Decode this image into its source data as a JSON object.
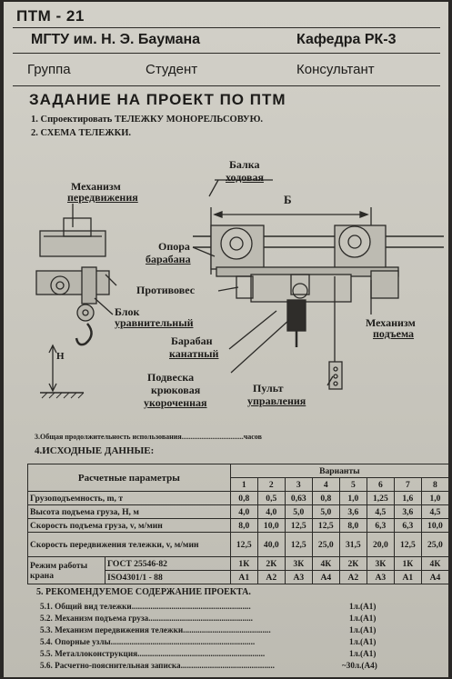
{
  "header": {
    "course": "ПТМ - 21",
    "university": "МГТУ им. Н. Э. Баумана",
    "department": "Кафедра РК-3",
    "group": "Группа",
    "student": "Студент",
    "consultant": "Консультант"
  },
  "task": {
    "title": "ЗАДАНИЕ НА ПРОЕКТ ПО ПТМ",
    "item1": "1. Спроектировать ТЕЛЕЖКУ МОНОРЕЛЬСОВУЮ.",
    "item2": "2. СХЕМА ТЕЛЕЖКИ."
  },
  "diagram_labels": {
    "mech_travel_1": "Механизм",
    "mech_travel_2": "передвижения",
    "beam_1": "Балка",
    "beam_2": "ходовая",
    "dim_b": "Б",
    "drum_support_1": "Опора",
    "drum_support_2": "барабана",
    "counterweight": "Противовес",
    "block_1": "Блок",
    "block_2": "уравнительный",
    "height": "Н",
    "drum_1": "Барабан",
    "drum_2": "канатный",
    "mech_hoist_1": "Механизм",
    "mech_hoist_2": "подъема",
    "hook_1": "Подвеска",
    "hook_2": "крюковая",
    "hook_3": "укороченная",
    "pendant_1": "Пульт",
    "pendant_2": "управления"
  },
  "item3": "3.Общая продолжительность использования..................................часов",
  "item4": "4.ИСХОДНЫЕ ДАННЫЕ:",
  "table": {
    "param_header": "Расчетные параметры",
    "variants_header": "Варианты",
    "variant_numbers": [
      "1",
      "2",
      "3",
      "4",
      "5",
      "6",
      "7",
      "8"
    ],
    "rows": [
      {
        "label": "Грузоподъемность, m, т",
        "values": [
          "0,8",
          "0,5",
          "0,63",
          "0,8",
          "1,0",
          "1,25",
          "1,6",
          "1,0"
        ]
      },
      {
        "label": "Высота подъема груза, Н, м",
        "values": [
          "4,0",
          "4,0",
          "5,0",
          "5,0",
          "3,6",
          "4,5",
          "3,6",
          "4,5"
        ]
      },
      {
        "label": "Скорость подъема груза, v, м/мин",
        "values": [
          "8,0",
          "10,0",
          "12,5",
          "12,5",
          "8,0",
          "6,3",
          "6,3",
          "10,0"
        ]
      },
      {
        "label": "Скорость передвижения тележки, v, м/мин",
        "values": [
          "12,5",
          "40,0",
          "12,5",
          "25,0",
          "31,5",
          "20,0",
          "12,5",
          "25,0"
        ]
      }
    ],
    "mode_label_1": "Режим работы",
    "mode_label_2": "крана",
    "gost_label": "ГОСТ 25546-82",
    "gost_values": [
      "1К",
      "2К",
      "3К",
      "4К",
      "2К",
      "3К",
      "1К",
      "4К"
    ],
    "iso_label": "ISO4301/1 - 88",
    "iso_values": [
      "А1",
      "А2",
      "А3",
      "А4",
      "А2",
      "А3",
      "А1",
      "А4"
    ]
  },
  "recommended": {
    "title": "5. РЕКОМЕНДУЕМОЕ СОДЕРЖАНИЕ ПРОЕКТА.",
    "items": [
      {
        "text": "5.1. Общий вид тележки.........................................................",
        "value": "1л.(А1)"
      },
      {
        "text": "5.2. Механизм подъема груза..................................................",
        "value": "1л.(А1)"
      },
      {
        "text": "5.3. Механизм передвижения тележки..........................................",
        "value": "1л.(А1)"
      },
      {
        "text": "5.4. Опорные узлы.....................................................................",
        "value": "1л.(А1)"
      },
      {
        "text": "5.5. Металлоконструкция.............................................................",
        "value": "1л.(А1)"
      },
      {
        "text": "5.6. Расчетно-пояснительная записка.............................................",
        "value": "~30л.(А4)"
      }
    ]
  }
}
